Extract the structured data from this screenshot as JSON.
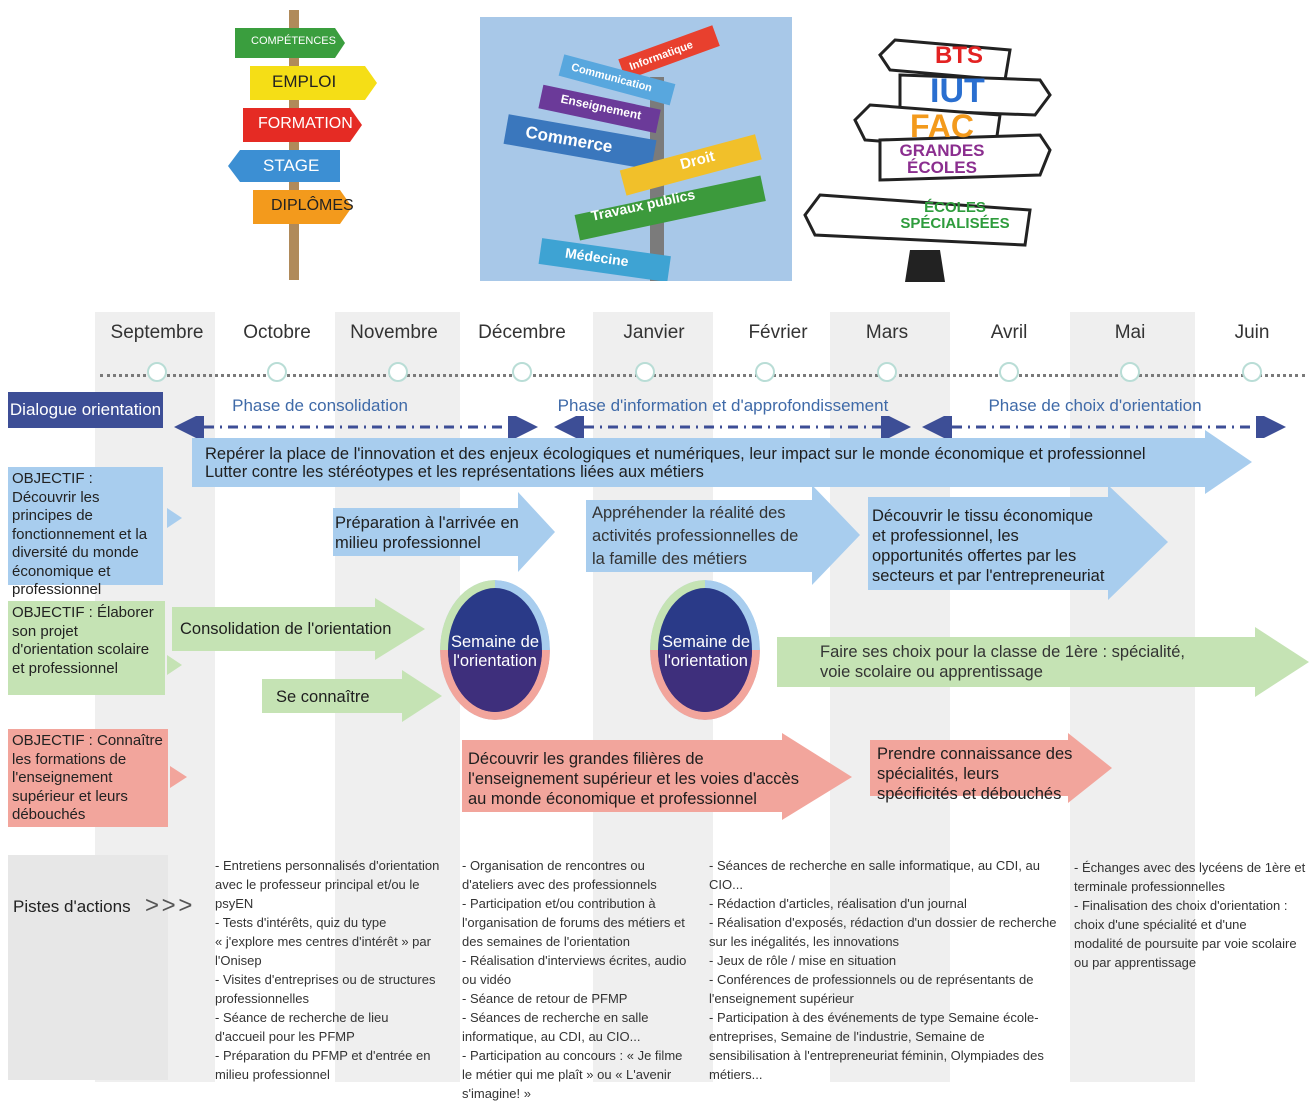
{
  "months": [
    "Septembre",
    "Octobre",
    "Novembre",
    "Décembre",
    "Janvier",
    "Février",
    "Mars",
    "Avril",
    "Mai",
    "Juin"
  ],
  "phases": [
    "Phase de consolidation",
    "Phase d'information et d'approfondissement",
    "Phase de choix d'orientation"
  ],
  "rows": {
    "dialogue": "Dialogue orientation",
    "obj1": "OBJECTIF : Découvrir les principes de fonctionnement et la diversité du monde économique et professionnel",
    "obj2": "OBJECTIF : Élaborer son projet d'orientation scolaire et professionnel",
    "obj3": "OBJECTIF : Connaître les formations de l'enseignement supérieur et leurs débouchés",
    "pistes": "Pistes d'actions",
    "pistes_chevrons": "> > >"
  },
  "arrows": {
    "top_line1": "Repérer la place de l'innovation et des enjeux écologiques et numériques, leur impact sur le monde économique et professionnel",
    "top_line2": "Lutter contre les stéréotypes et les représentations liées aux métiers",
    "blue1": "Préparation à l'arrivée en\nmilieu professionnel",
    "blue2": "Appréhender la réalité des\nactivités professionnelles de\nla  famille des métiers",
    "blue3": "Découvrir le tissu économique\net professionnel, les\nopportunités offertes par les\nsecteurs et par l'entrepreneuriat",
    "green1": "Consolidation de l'orientation",
    "green2": "Se connaître",
    "green3": "Faire ses choix pour la classe de 1ère : spécialité,\nvoie scolaire ou apprentissage",
    "red1": "Découvrir les grandes filières de\nl'enseignement supérieur et les voies d'accès\nau monde économique et professionnel",
    "red2": "Prendre connaissance des\nspécialités, leurs\nspécificités et débouchés"
  },
  "circles": {
    "c1": "Semaine de\nl'orientation",
    "c2": "Semaine de\nl'orientation"
  },
  "actions": {
    "col1": "- Entretiens personnalisés d'orientation\navec le professeur principal et/ou le\npsyEN\n- Tests d'intérêts, quiz du type\n« j'explore mes centres d'intérêt » par\nl'Onisep\n- Visites d'entreprises ou de structures\nprofessionnelles\n- Séance de recherche de lieu\nd'accueil pour les PFMP\n- Préparation du PFMP et d'entrée en\nmilieu professionnel",
    "col2": "- Organisation de rencontres ou\nd'ateliers avec des professionnels\n- Participation et/ou contribution à\nl'organisation de forums des métiers et\ndes semaines de l'orientation\n- Réalisation d'interviews écrites, audio\nou vidéo\n- Séance de retour de PFMP\n- Séances de recherche en salle\ninformatique, au CDI, au CIO...\n- Participation au concours : « Je filme\nle métier qui me plaît » ou « L'avenir\ns'imagine! »",
    "col3": "- Séances de recherche en salle informatique, au CDI, au\nCIO...\n- Rédaction d'articles, réalisation d'un journal\n- Réalisation d'exposés, rédaction d'un dossier de recherche\nsur les inégalités, les innovations\n- Jeux de rôle / mise en situation\n- Conférences de professionnels ou de représentants de\nl'enseignement supérieur\n- Participation à des événements de type Semaine école-\nentreprises, Semaine de l'industrie, Semaine de\nsensibilisation à l'entrepreneuriat féminin, Olympiades des\nmétiers...",
    "col4": "- Échanges avec des lycéens de 1ère et\nterminale professionnelles\n- Finalisation des choix d'orientation :\nchoix d'une spécialité et d'une\nmodalité de poursuite par voie scolaire\nou par apprentissage"
  },
  "images": {
    "signs1": [
      "COMPÉTENCES",
      "EMPLOI",
      "FORMATION",
      "STAGE",
      "DIPLÔMES"
    ],
    "signs2": [
      "Informatique",
      "Communication",
      "Enseignement",
      "Commerce",
      "Droit",
      "Travaux publics",
      "Médecine"
    ],
    "signs3": [
      "BTS",
      "IUT",
      "FAC",
      "GRANDES ÉCOLES",
      "ÉCOLES SPÉCIALISÉES"
    ]
  },
  "colors": {
    "blue_arrow": "#a8cdee",
    "green_arrow": "#c5e3b4",
    "red_arrow": "#f2a59c",
    "dialogue_bg": "#3d4e96",
    "phase_text": "#3f6aa8",
    "circle_core": "#2a3a88"
  }
}
